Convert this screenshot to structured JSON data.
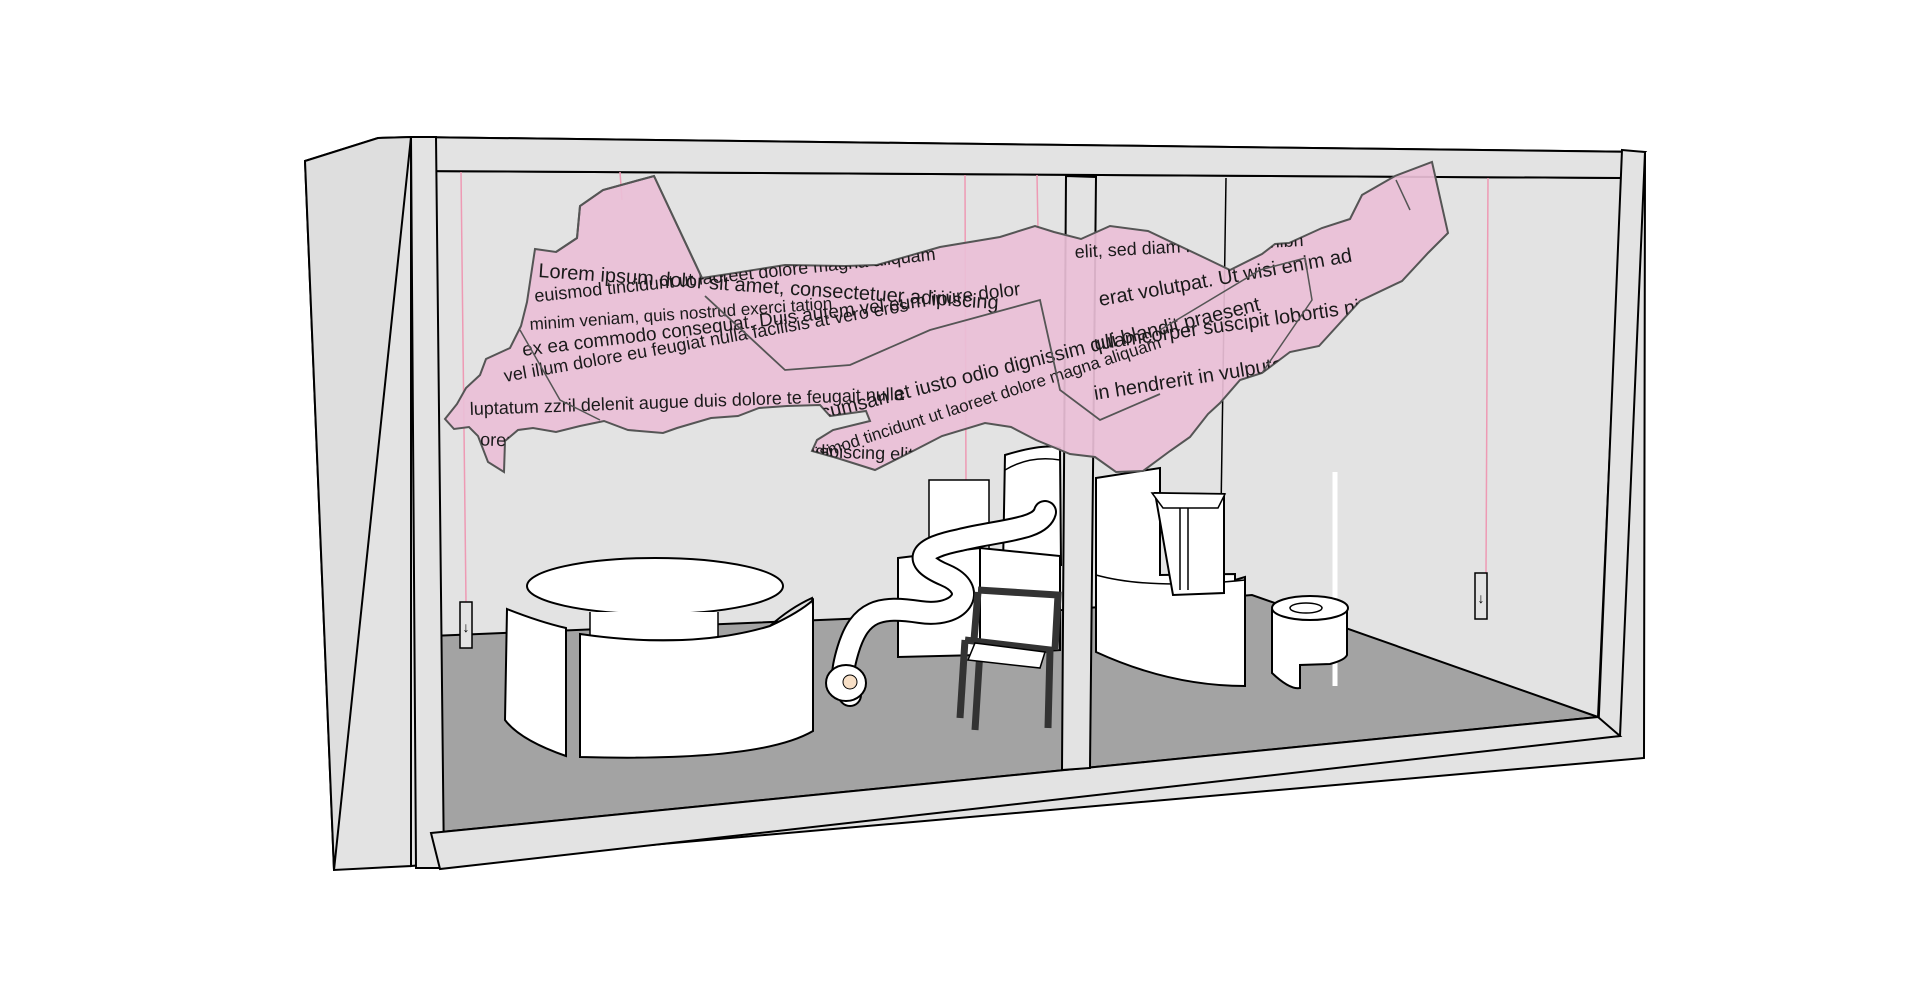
{
  "scene": {
    "fabric_text_lines": [
      "Lorem ipsum dolor sit amet, consectetuer adipiscing",
      "elit, sed diam nonummy nibh",
      "euismod tincidunt ut laoreet dolore magna aliquam",
      "erat volutpat. Ut wisi enim ad",
      "minim veniam, quis nostrud exerci tation",
      "ullamcorper suscipit lobortis nisl ut aliquip",
      "ex ea commodo consequat. Duis autem vel eum iriure dolor",
      "in hendrerit in vulputate velit esse molestie consequat",
      "vel illum dolore eu feugiat nulla facilisis at vero eros",
      "et accumsan et iusto odio dignissim qui blandit praesent",
      "luptatum zzril delenit augue duis dolore te feugait nulla",
      "Lorem ipsum dolor sit amet, consectetuer adipiscing elit",
      "euismod tincidunt ut laoreet dolore magna aliquam"
    ],
    "fabric_color": "#eabfd7",
    "wire_color": "#ee9ab4",
    "floor_color": "#a3a3a3",
    "wall_color": "#e3e3e3",
    "arrow_glyph": "↓"
  }
}
